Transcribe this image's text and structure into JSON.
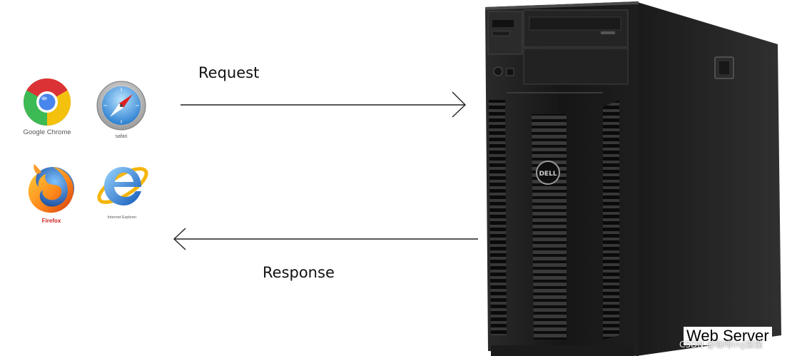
{
  "browsers": {
    "chrome": {
      "label": "Google Chrome",
      "icon": "chrome-icon"
    },
    "safari": {
      "label": "safari",
      "icon": "safari-icon"
    },
    "firefox": {
      "label": "Firefox",
      "icon": "firefox-icon"
    },
    "ie": {
      "label": "Internet Explorer",
      "icon": "internet-explorer-icon"
    }
  },
  "flow": {
    "request_label": "Request",
    "response_label": "Response"
  },
  "server": {
    "caption": "Web Server",
    "brand": "DELL",
    "icon": "tower-server-icon"
  },
  "watermark": "CSDN @咖啡ing猫猫"
}
